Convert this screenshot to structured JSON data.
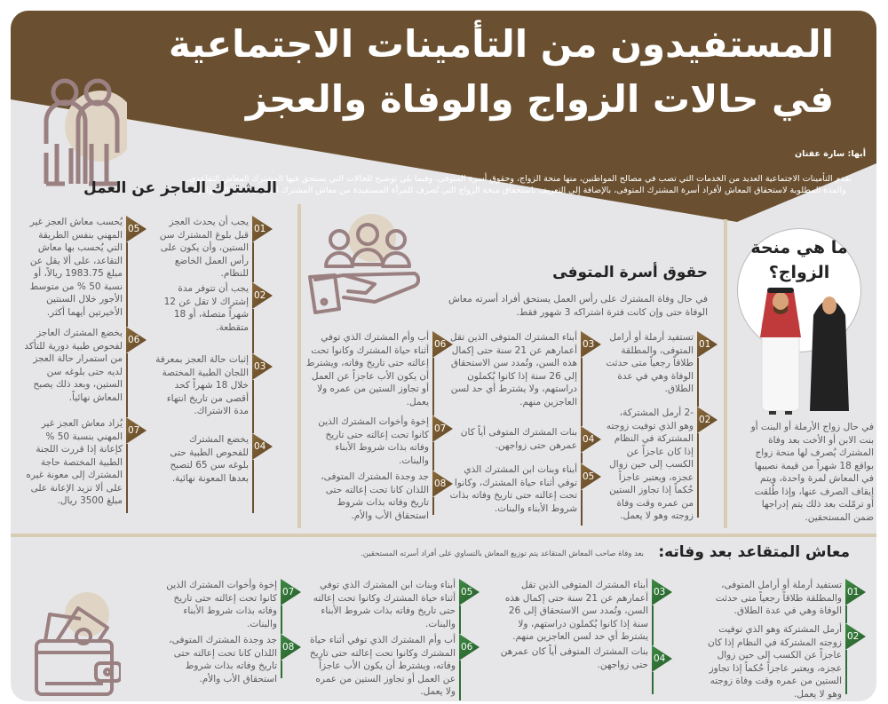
{
  "header": {
    "title_line1": "المستفيدون من التأمينات الاجتماعية",
    "title_line2": "في حالات الزواج والوفاة والعجز",
    "author": "أبها: سارة عفتان",
    "intro": "تقدم التأمينات الاجتماعية العديد من الخدمات التي تصب في مصالح المواطنين، منها منحة الزواج، وحقوق أسرة المتوفى، وفيما يلي توضيح للحالات التي يستحق فيها المشترك المعاش التقاعدي، والمدة المطلوبة لاستحقاق المعاش لأفراد أسرة المشترك المتوفى، بالإضافة إلى التعريف باستحقاق منحة الزواج التي تُصرف للمرأة المستفيدة من معاش المشترك المتوفى في حالة زواجها."
  },
  "colors": {
    "brown": "#6a5030",
    "green": "#2f6e35",
    "panel": "#e6e6e8",
    "divider": "#d8ccb5",
    "icon": "#9a8080"
  },
  "disabled": {
    "title": "المشترك العاجز عن العمل",
    "icon": "family-icon",
    "items": [
      {
        "num": "01",
        "text": "يجب أن يحدث العجز قبل بلوغ المشترك سن الستين، وأن يكون على رأس العمل الخاضع للنظام."
      },
      {
        "num": "02",
        "text": "يجب أن تتوفر مدة إشتراك لا تقل عن 12 شهراً متصلة، أو 18 متقطعة."
      },
      {
        "num": "03",
        "text": "إثبات حالة العجز بمعرفة اللجان الطبية المختصة خلال 18 شهراً كحد أقصى من تاريخ انتهاء مدة الاشتراك."
      },
      {
        "num": "04",
        "text": "يخضع المشترك للفحوص الطبية حتى بلوغه سن 65 لتصبح بعدها المعونة نهائية."
      },
      {
        "num": "05",
        "text": "يُحسب معاش العجز غير المهني بنفس الطريقة التي يُحسب بها معاش التقاعد، على ألا يقل عن مبلغ 1983.75 ريالاً، أو نسبة 50 % من متوسط الأجور خلال السنتين الأخيرتين أيهما أكثر."
      },
      {
        "num": "06",
        "text": "يخضع المشترك العاجز لفحوص طبية دورية للتأكد من استمرار حالة العجز لديه حتى بلوغه سن الستين، وبعد ذلك يصبح المعاش نهائياً."
      },
      {
        "num": "07",
        "text": "يُزاد معاش العجز غير المهني بنسبة 50 % كإعانة إذا قررت اللجنة الطبية المختصة حاجة المشترك إلى معونة غيره على ألا تزيد الإعانة على مبلغ 3500 ريال."
      }
    ]
  },
  "family": {
    "title": "حقوق أسرة المتوفى",
    "intro": "في حال وفاة المشترك على رأس العمل يستحق أفراد أسرته معاش الوفاة حتى وإن كانت فترة اشتراكه 3 شهور فقط.",
    "icon": "hand-people-icon",
    "items": [
      {
        "num": "01",
        "text": "تستفيد أرملة أو أرامل المتوفى، والمطلقة طلاقاً رجعياً متى حدثت الوفاة وهي في عدة الطلاق."
      },
      {
        "num": "02",
        "text": "-2 أرمل المشتركة، وهو الذي توفيت زوجته المشتركة في النظام إذا كان عاجزاً عن الكسب إلى حين زوال عجزه، ويعتبر عاجزاً حُكماً إذا تجاوز الستين من عمره وقت وفاة زوجته وهو لا يعمل."
      },
      {
        "num": "03",
        "text": "أبناء المشترك المتوفى الذين تقل أعمارهم عن 21 سنة حتى إكمال هذه السن، وتُمدد سن الاستحقاق إلى 26 سنة إذا كانوا يُكملون دراستهم، ولا يشترط أي حد لسن العاجزين منهم."
      },
      {
        "num": "04",
        "text": "بنات المشترك المتوفى أياً كان عمرهن حتى زواجهن."
      },
      {
        "num": "05",
        "text": "أبناء وبنات ابن المشترك الذي توفي أثناء حياة المشترك، وكانوا تحت إعالته حتى تاريخ وفاته بذات شروط الأبناء والبنات."
      },
      {
        "num": "06",
        "text": "أب وأم المشترك الذي توفي أثناء حياة المشترك وكانوا تحت إعالته حتى تاريخ وفاته، ويشترط أن يكون الأب عاجزاً عن العمل أو تجاوز الستين من عمره ولا يعمل."
      },
      {
        "num": "07",
        "text": "إخوة وأخوات المشترك الذين كانوا تحت إعالته حتى تاريخ وفاته بذات شروط الأبناء والبنات."
      },
      {
        "num": "08",
        "text": "جد وجدة المشترك المتوفى، اللذان كانا تحت إعالته حتى تاريخ وفاته بذات شروط استحقاق الأب والأم."
      }
    ]
  },
  "marriage": {
    "title": "ما هي منحة الزواج؟",
    "text": "في حال زواج الأرملة أو البنت أو بنت الابن أو الأخت بعد وفاة المشترك يُصرف لها منحة زواج بواقع 18 شهراً من قيمة نصيبها في المعاش لمرة واحدة، ويتم إيقاف الصرف عنها، وإذا طُلقت أو ترمّلت بعد ذلك يتم إدراجها ضمن المستحقين."
  },
  "pension": {
    "title": "معاش المتقاعد بعد وفاته:",
    "subtitle": "بعد وفاة صاحب المعاش المتقاعد يتم توزيع المعاش بالتساوي على أفراد أسرته المستحقين.",
    "icon": "wallet-icon",
    "items": [
      {
        "num": "01",
        "text": "تستفيد أرملة أو أرامل المتوفى، والمطلقة طلاقاً رجعياً متى حدثت الوفاة وهي في عدة الطلاق."
      },
      {
        "num": "02",
        "text": "أرمل المشتركة وهو الذي توفيت زوجته المشتركة في النظام إذا كان عاجزاً عن الكسب إلى حين زوال عجزه، ويعتبر عاجزاً حُكماً إذا تجاوز الستين من عمره وقت وفاة زوجته وهو لا يعمل."
      },
      {
        "num": "03",
        "text": "أبناء المشترك المتوفى الذين تقل أعمارهم عن 21 سنة حتى إكمال هذه السن، وتُمدد سن الاستحقاق إلى 26 سنة إذا كانوا يُكملون دراستهم، ولا يشترط أي حد لسن العاجزين منهم."
      },
      {
        "num": "04",
        "text": "بنات المشترك المتوفى أياً كان عمرهن حتى زواجهن."
      },
      {
        "num": "05",
        "text": "أبناء وبنات ابن المشترك الذي توفي أثناء حياة المشترك وكانوا تحت إعالته حتى تاريخ وفاته بذات شروط الأبناء والبنات."
      },
      {
        "num": "06",
        "text": "أب وأم المشترك الذي توفي أثناء حياة المشترك وكانوا تحت إعالته حتى تاريخ وفاته، ويشترط أن يكون الأب عاجزاً عن العمل أو تجاوز الستين من عمره ولا يعمل."
      },
      {
        "num": "07",
        "text": "إخوة وأخوات المشترك الذين كانوا تحت إعالته حتى تاريخ وفاته بذات شروط الأبناء والبنات."
      },
      {
        "num": "08",
        "text": "جد وجدة المشترك المتوفى، اللذان كانا تحت إعالته حتى تاريخ وفاته بذات شروط استحقاق الأب والأم."
      }
    ]
  }
}
